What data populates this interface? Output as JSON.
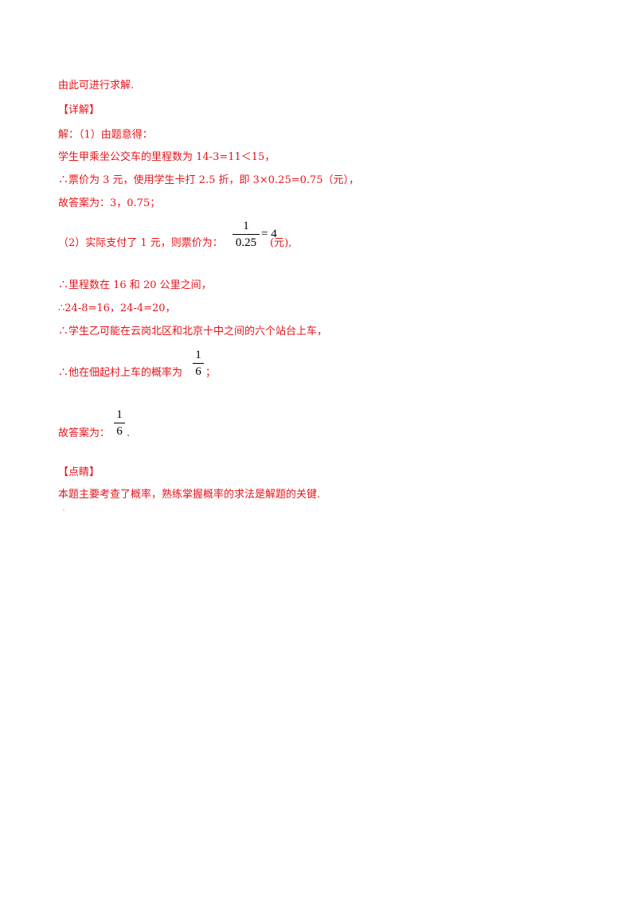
{
  "lines": {
    "l1": "由此可进行求解.",
    "l2": "【详解】",
    "l3": "解：（1）由题意得：",
    "l4": "学生甲乘坐公交车的里程数为 14-3=11＜15，",
    "l5": "∴票价为 3 元，使用学生卡打 2.5 折，即 3×0.25=0.75（元），",
    "l6": "故答案为：3，0.75；",
    "l7_prefix": "（2）实际支付了 1 元，则票价为：",
    "l7_suffix": "(元),",
    "l8": "∴里程数在 16 和 20 公里之间，",
    "l9": "∴24-8=16，24-4=20，",
    "l10": "∴学生乙可能在云岗北区和北京十中之间的六个站台上车，",
    "l11_prefix": "∴他在佃起村上车的概率为",
    "l11_suffix": "；",
    "l12_prefix": "故答案为：",
    "l12_suffix": ".",
    "l13": "【点睛】",
    "l14": "本题主要考查了概率，熟练掌握概率的求法是解题的关键."
  },
  "math": {
    "frac1_num": "1",
    "frac1_den": "0.25",
    "frac1_eq": "= 4",
    "frac2_num": "1",
    "frac2_den": "6",
    "frac3_num": "1",
    "frac3_den": "6"
  }
}
